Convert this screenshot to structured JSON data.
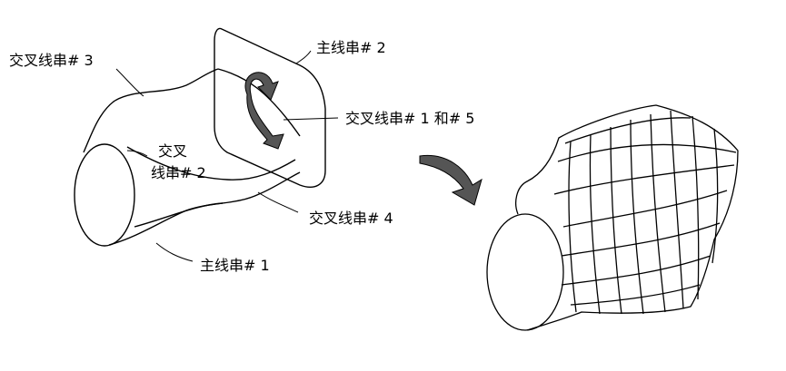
{
  "labels": {
    "cross_string_3": "交叉线串# 3",
    "main_string_2": "主线串# 2",
    "cross_string_1_5": "交叉线串# 1 和# 5",
    "cross_string_2_line1": "交叉",
    "cross_string_2_line2": "线串# 2",
    "cross_string_4": "交叉线串# 4",
    "main_string_1": "主线串# 1"
  },
  "colors": {
    "line": "#000000",
    "arrow_fill": "#555555",
    "background": "#ffffff"
  },
  "icons": {
    "rotation": "rotate-arrow-icon",
    "transition": "curved-arrow-icon"
  }
}
